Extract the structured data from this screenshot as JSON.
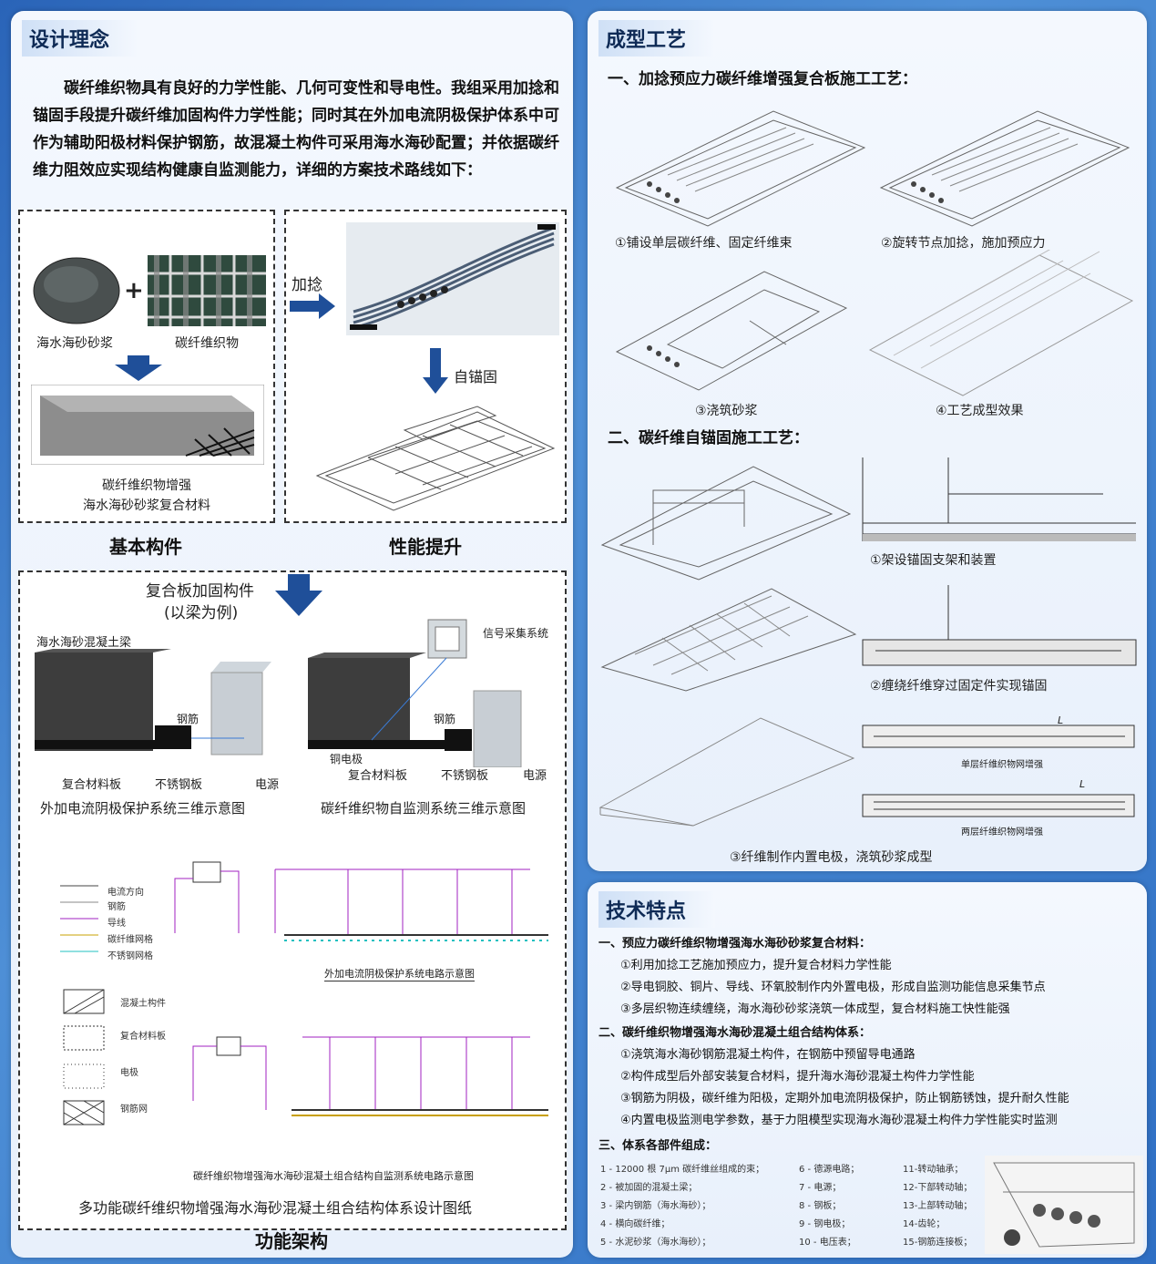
{
  "left": {
    "title": "设计理念",
    "intro": "碳纤维织物具有良好的力学性能、几何可变性和导电性。我组采用加捻和锚固手段提升碳纤维加固构件力学性能；同时其在外加电流阴极保护体系中可作为辅助阳极材料保护钢筋，故混凝土构件可采用海水海砂配置；并依据碳纤维力阻效应实现结构健康自监测能力，详细的方案技术路线如下：",
    "basic": {
      "mortar": "海水海砂砂浆",
      "fabric": "碳纤维织物",
      "composite_l1": "碳纤维织物增强",
      "composite_l2": "海水海砂砂浆复合材料",
      "label": "基本构件"
    },
    "performance": {
      "twist": "加捻",
      "anchor": "自锚固",
      "label": "性能提升"
    },
    "function": {
      "reinforce_l1": "复合板加固构件",
      "reinforce_l2": "(以梁为例)",
      "beam": "海水海砂混凝土梁",
      "signal": "信号采集系统",
      "rebar": "钢筋",
      "plate": "复合材料板",
      "ss": "不锈钢板",
      "power": "电源",
      "electrode": "铜电极",
      "left_cap": "外加电流阴极保护系统三维示意图",
      "right_cap": "碳纤维织物自监测系统三维示意图",
      "legend_a": [
        "电流方向",
        "钢筋",
        "导线",
        "碳纤维网格",
        "不锈钢网格"
      ],
      "legend_b": [
        "混凝土构件",
        "复合材料板",
        "电极",
        "钢筋网"
      ],
      "circuit1_cap": "外加电流阴极保护系统电路示意图",
      "circuit2_cap": "碳纤维织物增强海水海砂混凝土组合结构自监测系统电路示意图",
      "drawing_cap": "多功能碳纤维织物增强海水海砂混凝土组合结构体系设计图纸",
      "label": "功能架构"
    }
  },
  "process": {
    "title": "成型工艺",
    "sec1": "一、加捻预应力碳纤维增强复合板施工工艺：",
    "s1": "①铺设单层碳纤维、固定纤维束",
    "s2": "②旋转节点加捻，施加预应力",
    "s3": "③浇筑砂浆",
    "s4": "④工艺成型效果",
    "sec2": "二、碳纤维自锚固施工工艺：",
    "a1": "①架设锚固支架和装置",
    "a2": "②缠绕纤维穿过固定件实现锚固",
    "a3": "③纤维制作内置电极，浇筑砂浆成型",
    "single": "单层纤维织物网增强",
    "double": "两层纤维织物网增强",
    "L": "L"
  },
  "features": {
    "title": "技术特点",
    "h1": "一、预应力碳纤维织物增强海水海砂砂浆复合材料：",
    "i1": [
      "①利用加捻工艺施加预应力，提升复合材料力学性能",
      "②导电铜胶、铜片、导线、环氧胶制作内外置电极，形成自监测功能信息采集节点",
      "③多层织物连续缠绕，海水海砂砂浆浇筑一体成型，复合材料施工快性能强"
    ],
    "h2": "二、碳纤维织物增强海水海砂混凝土组合结构体系：",
    "i2": [
      "①浇筑海水海砂钢筋混凝土构件，在钢筋中预留导电通路",
      "②构件成型后外部安装复合材料，提升海水海砂混凝土构件力学性能",
      "③钢筋为阴极，碳纤维为阳极，定期外加电流阴极保护，防止钢筋锈蚀，提升耐久性能",
      "④内置电极监测电学参数，基于力阻模型实现海水海砂混凝土构件力学性能实时监测"
    ],
    "h3": "三、体系各部件组成：",
    "parts": [
      [
        "1 - 12000 根 7μm 碳纤维丝组成的束；",
        "6 - 德源电路；",
        "11-转动轴承；"
      ],
      [
        "2 - 被加固的混凝土梁；",
        "7 - 电源；",
        "12-下部转动轴；"
      ],
      [
        "3 - 梁内钢筋（海水海砂）；",
        "8 - 钢板；",
        "13-上部转动轴；"
      ],
      [
        "4 - 横向碳纤维；",
        "9 - 钢电极；",
        "14-齿轮；"
      ],
      [
        "5 - 水泥砂浆（海水海砂）；",
        "10 - 电压表；",
        "15-钢筋连接板；"
      ]
    ]
  }
}
